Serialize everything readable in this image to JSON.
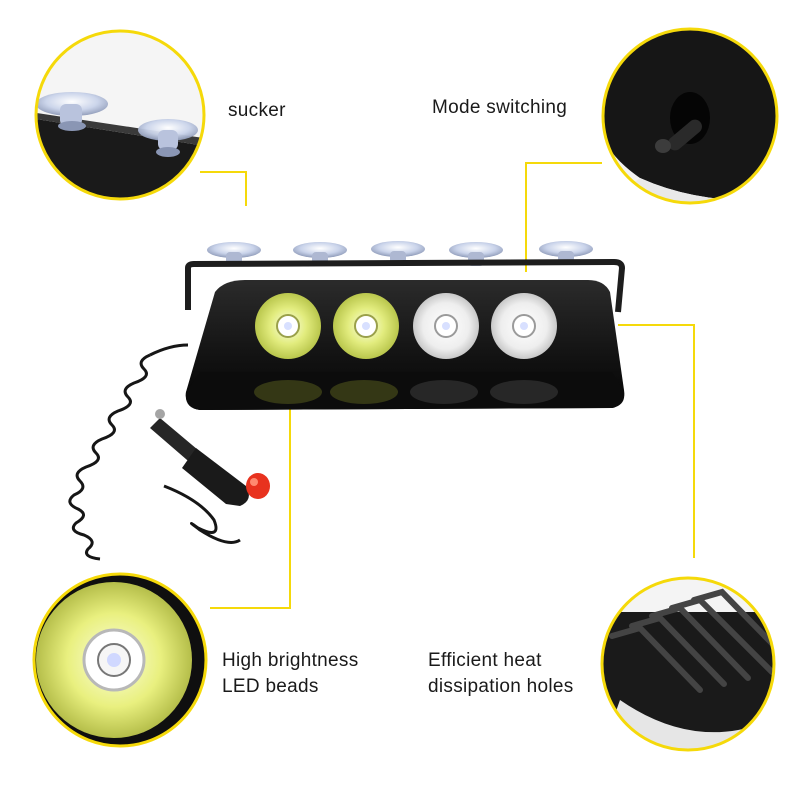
{
  "callouts": {
    "sucker": "sucker",
    "mode": "Mode switching",
    "led_line1": "High brightness",
    "led_line2": "LED beads",
    "heat_line1": "Efficient heat",
    "heat_line2": "dissipation holes"
  },
  "colors": {
    "accent_yellow": "#f5d90a",
    "body_black": "#141414",
    "led_yellow": "#e6ee8a",
    "led_white": "#f4f4f4",
    "plug_red": "#e8321e"
  }
}
